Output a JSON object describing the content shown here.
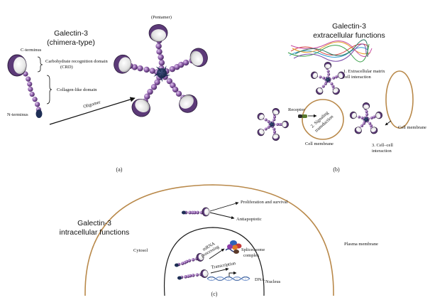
{
  "panel_a": {
    "title_line1": "Galectin-3",
    "title_line2": "(chimera-type)",
    "c_terminus": "C-terminus",
    "crd_line1": "Carbohydrate recognition domain",
    "crd_line2": "(CRD)",
    "collagen": "Collagen-like domain",
    "n_terminus": "N-terminus",
    "oligomer": "Oligomer",
    "pentamer": "(Pentamer)",
    "label": "(a)"
  },
  "panel_b": {
    "title_line1": "Galectin-3",
    "title_line2": "extracellular functions",
    "ecm_line1": "1. Extracellular matrix",
    "ecm_line2": "cell interaction",
    "receptor": "Receptor",
    "signaling_line1": "2. Signaling",
    "signaling_line2": "transduction",
    "cell_membrane_left": "Cell membrane",
    "cell_membrane_right": "Cell membrane",
    "cellcell_line1": "3. Cell–cell",
    "cellcell_line2": "interaction",
    "label": "(b)"
  },
  "panel_c": {
    "title_line1": "Galectin-3",
    "title_line2": "intracellular functions",
    "proliferation": "Proliferation and survival",
    "antiapoptotic": "Antiapoptotic",
    "cytosol": "Cytosol",
    "plasma_membrane": "Plasma membrane",
    "mrna_line1": "mRNA",
    "mrna_line2": "processing",
    "spliceosome_line1": "Spliceosome",
    "spliceosome_line2": "complex",
    "transcription": "Transcription",
    "dna": "DNA",
    "nucleus": "Nucleus",
    "label": "(c)"
  },
  "colors": {
    "bead": "#8a5aa6",
    "crd_fill": "#f4f4f4",
    "crd_ring": "#5c3a78",
    "n_term": "#1e2e55",
    "membrane": "#b9894a",
    "dna_blue": "#3a5f9e"
  }
}
